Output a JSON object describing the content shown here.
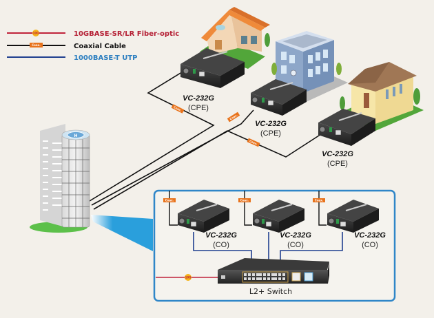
{
  "legend": [
    {
      "label": "10GBASE-SR/LR Fiber-optic",
      "badge": "10G",
      "color": "#c0233a",
      "text_color": "#b52035"
    },
    {
      "label": "Coaxial Cable",
      "badge": "Coax.",
      "color": "#111111",
      "text_color": "#111111"
    },
    {
      "label": "1000BASE-T UTP",
      "badge": "",
      "color": "#1f3f8f",
      "text_color": "#2d7fc0"
    }
  ],
  "cpe_devices": [
    {
      "model": "VC-232G",
      "role": "(CPE)"
    },
    {
      "model": "VC-232G",
      "role": "(CPE)"
    },
    {
      "model": "VC-232G",
      "role": "(CPE)"
    }
  ],
  "co_devices": [
    {
      "model": "VC-232G",
      "role": "(CO)"
    },
    {
      "model": "VC-232G",
      "role": "(CO)"
    },
    {
      "model": "VC-232G",
      "role": "(CO)"
    }
  ],
  "coax_tag": "Coax.",
  "fiber_tag": "10G",
  "switch": {
    "label": "L2+ Switch"
  },
  "building": {
    "helipad": "H"
  },
  "colors": {
    "background": "#f3f0ea",
    "panel_border": "#2f86c8",
    "beam": "#2a9fdc",
    "coax_tag": "#e8731c",
    "fiber_badge": "#f5b41a"
  }
}
